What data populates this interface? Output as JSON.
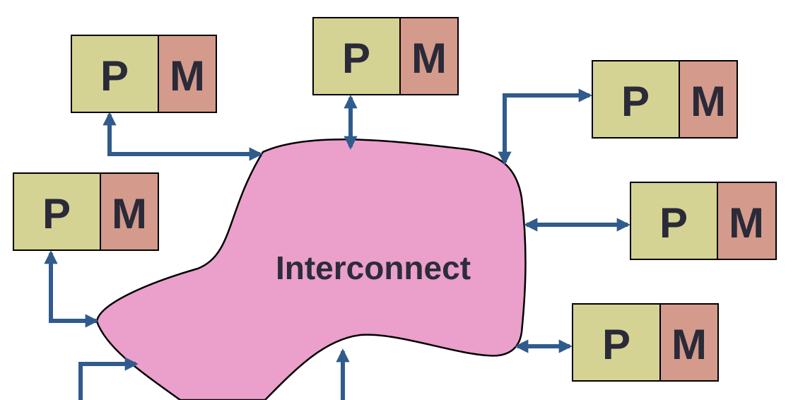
{
  "diagram": {
    "interconnect_label": "Interconnect",
    "nodes": [
      {
        "processor_label": "P",
        "memory_label": "M"
      },
      {
        "processor_label": "P",
        "memory_label": "M"
      },
      {
        "processor_label": "P",
        "memory_label": "M"
      },
      {
        "processor_label": "P",
        "memory_label": "M"
      },
      {
        "processor_label": "P",
        "memory_label": "M"
      },
      {
        "processor_label": "P",
        "memory_label": "M"
      }
    ]
  },
  "colors": {
    "processor_fill": "#d4d394",
    "memory_fill": "#d49a8c",
    "interconnect_fill": "#eb9fcb",
    "arrow": "#305b8c"
  }
}
